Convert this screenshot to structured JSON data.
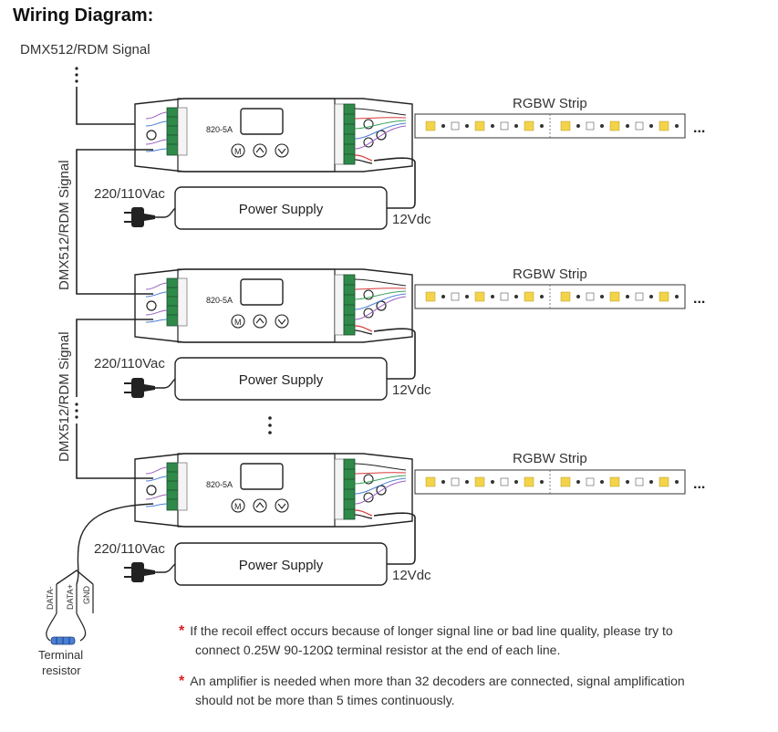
{
  "title": "Wiring Diagram:",
  "input_signal_label": "DMX512/RDM Signal",
  "link_signal_label": "DMX512/RDM Signal",
  "strip_label": "RGBW Strip",
  "decoder_model": "820-5A",
  "decoder_buttons": [
    "M",
    "^",
    "v"
  ],
  "mains_label": "220/110Vac",
  "power_supply_label": "Power Supply",
  "dc_output_label": "12Vdc",
  "continuation": "...",
  "terminal": {
    "wires": [
      "DATA-",
      "DATA+",
      "GND"
    ],
    "label_line1": "Terminal",
    "label_line2": "resistor"
  },
  "notes": [
    {
      "marker": "*",
      "line1": "If the recoil effect occurs because of longer signal line or bad line quality, please try to",
      "line2": "connect 0.25W 90-120Ω terminal resistor at the end of each line."
    },
    {
      "marker": "*",
      "line1": "An amplifier is needed when more than 32 decoders are connected, signal amplification",
      "line2": "should not be more than 5 times continuously."
    }
  ],
  "colors": {
    "line": "#222222",
    "wire_red": "#d63a3a",
    "wire_green": "#3aa35a",
    "wire_blue": "#4a7fd6",
    "wire_purple": "#9a5fc0",
    "terminal_green": "#2f8a4a",
    "led_yellow": "#f3d34a",
    "note_marker": "#d62020"
  }
}
